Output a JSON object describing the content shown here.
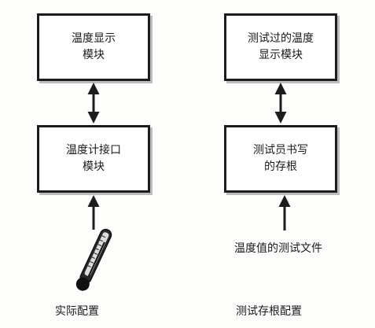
{
  "left_config": {
    "top_box": {
      "line1": "温度显示",
      "line2": "模块"
    },
    "bottom_box": {
      "line1": "温度计接口",
      "line2": "模块"
    },
    "caption": "实际配置",
    "thermometer_icon": "thermometer-icon"
  },
  "right_config": {
    "top_box": {
      "line1": "测试过的温度",
      "line2": "显示模块"
    },
    "bottom_box": {
      "line1": "测试员书写",
      "line2": "的存根"
    },
    "input_label": "温度值的测试文件",
    "caption": "测试存根配置"
  },
  "colors": {
    "line": "#1c1c1c",
    "shadow": "#bdbdbd",
    "background": "#fdfdfb"
  }
}
